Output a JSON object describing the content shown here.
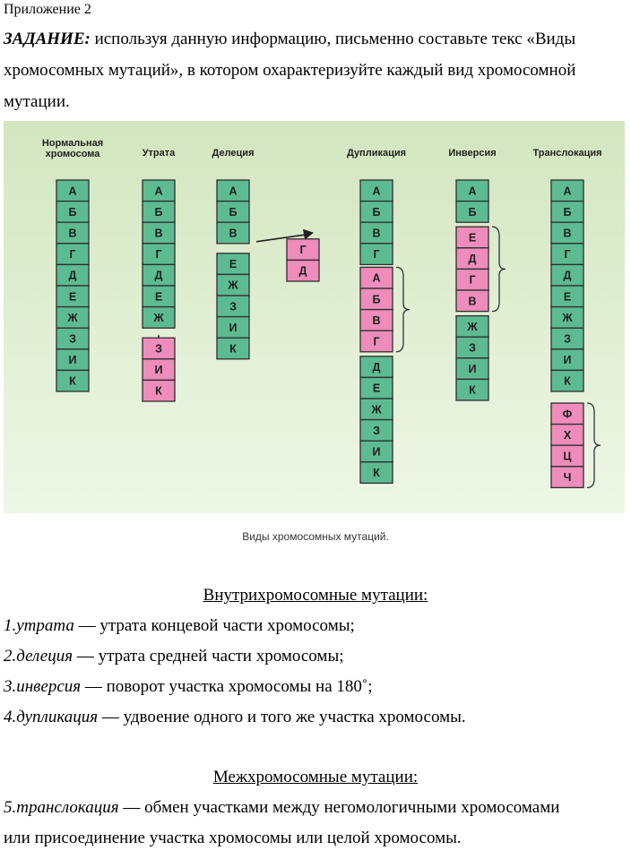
{
  "appendix": "Приложение 2",
  "task": {
    "label": "ЗАДАНИЕ:",
    "text": " используя данную информацию, письменно составьте текс «Виды хромосомных мутаций», в котором охарактеризуйте каждый вид хромосомной мутации."
  },
  "figure": {
    "columns": [
      {
        "title": "Нормальная\nхромосома",
        "groups": [
          {
            "cells": [
              "А",
              "Б",
              "В",
              "Г",
              "Д",
              "Е",
              "Ж",
              "З",
              "И",
              "К"
            ],
            "color": "green"
          }
        ]
      },
      {
        "title": "Утрата",
        "groups": [
          {
            "cells": [
              "А",
              "Б",
              "В",
              "Г",
              "Д",
              "Е",
              "Ж"
            ],
            "color": "green"
          },
          {
            "cells": [
              "З",
              "И",
              "К"
            ],
            "color": "pink"
          }
        ],
        "arrow": "down"
      },
      {
        "title": "Делеция",
        "groups": [
          {
            "cells": [
              "А",
              "Б",
              "В"
            ],
            "color": "green"
          },
          {
            "cells": [
              "Е",
              "Ж",
              "З",
              "И",
              "К"
            ],
            "color": "green"
          }
        ],
        "side_cells": [
          "Г",
          "Д"
        ],
        "arrow": "right"
      },
      {
        "title": "Дупликация",
        "groups": [
          {
            "cells": [
              "А",
              "Б",
              "В",
              "Г"
            ],
            "color": "green"
          },
          {
            "cells": [
              "А",
              "Б",
              "В",
              "Г"
            ],
            "color": "pink",
            "brace": true
          },
          {
            "cells": [
              "Д",
              "Е",
              "Ж",
              "З",
              "И",
              "К"
            ],
            "color": "green"
          }
        ]
      },
      {
        "title": "Инверсия",
        "groups": [
          {
            "cells": [
              "А",
              "Б"
            ],
            "color": "green"
          },
          {
            "cells": [
              "Е",
              "Д",
              "Г",
              "В"
            ],
            "color": "pink",
            "brace": true
          },
          {
            "cells": [
              "Ж",
              "З",
              "И",
              "К"
            ],
            "color": "green"
          }
        ]
      },
      {
        "title": "Транслокация",
        "groups": [
          {
            "cells": [
              "А",
              "Б",
              "В",
              "Г",
              "Д",
              "Е",
              "Ж",
              "З",
              "И",
              "К"
            ],
            "color": "green"
          },
          {
            "cells": [
              "Ф",
              "Х",
              "Ц",
              "Ч"
            ],
            "color": "pink",
            "brace": true
          }
        ]
      }
    ],
    "colors": {
      "green": "#5dbb91",
      "pink": "#ee8cbc",
      "border": "#2e2e2e",
      "title": "#222222"
    }
  },
  "caption": "Виды хромосомных мутаций.",
  "intra": {
    "heading": "Внутрихромосомные мутации:",
    "items": [
      {
        "term": "1.утрата",
        "rest": " — утрата концевой части хромосомы;"
      },
      {
        "term": "2.делеция",
        "rest": " — утрата средней части хромосомы;"
      },
      {
        "term": "3.инверсия",
        "rest": " — поворот участка хромосомы на 180˚;"
      },
      {
        "term": "4.дупликация",
        "rest": " — удвоение одного и того же участка хромосомы."
      }
    ]
  },
  "inter": {
    "heading": "Межхромосомные мутации:",
    "items": [
      {
        "term": "5.транслокация",
        "rest": " — обмен участками между негомологичными хромосомами"
      }
    ],
    "continuation": "или присоединение участка хромосомы или целой хромосомы."
  }
}
